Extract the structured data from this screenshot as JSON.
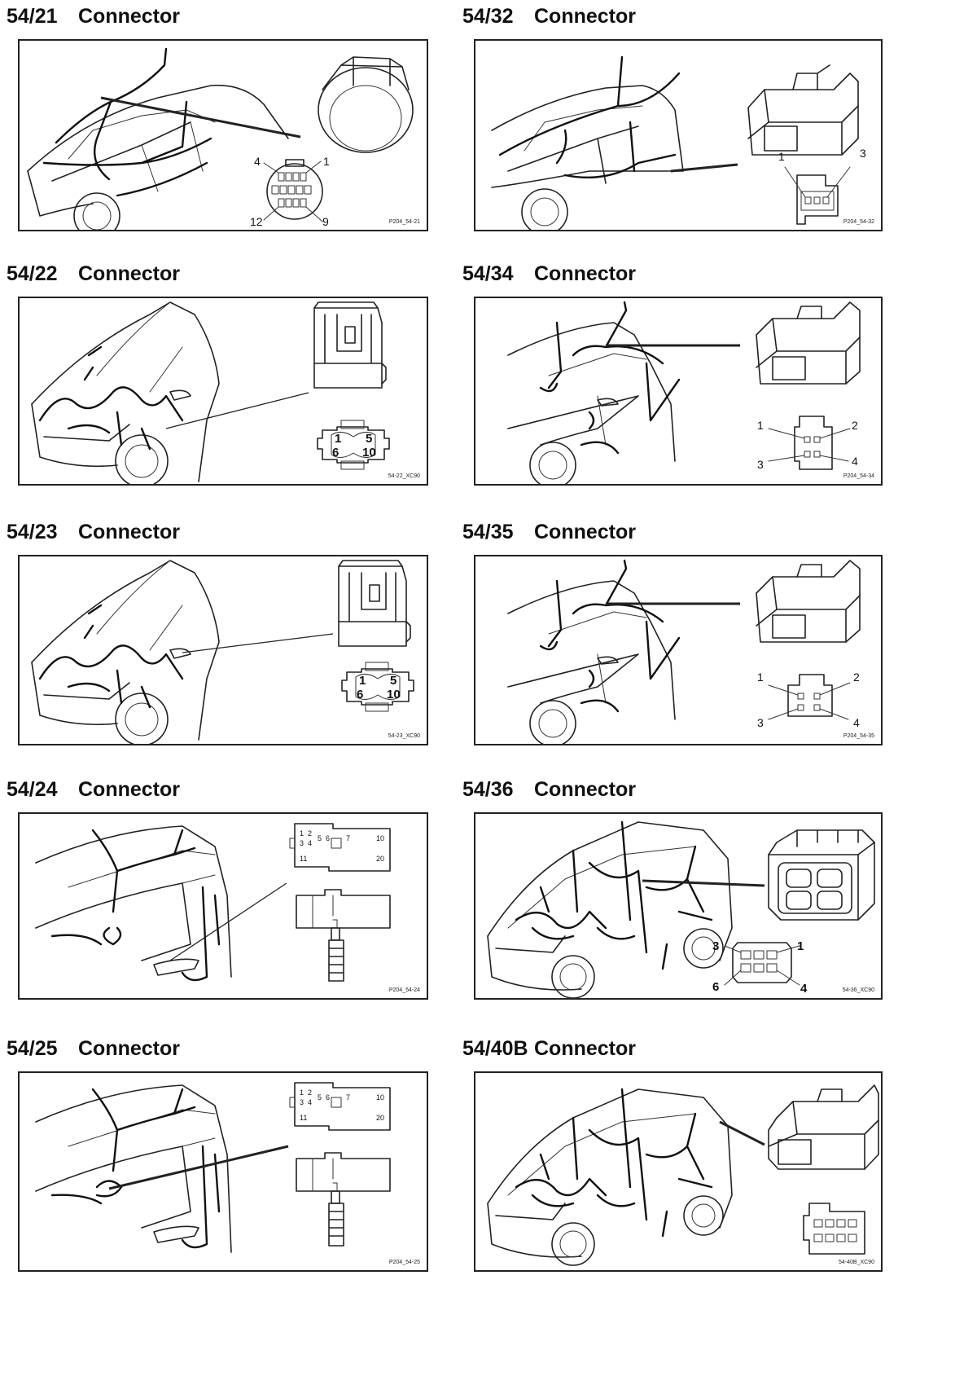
{
  "panels": [
    {
      "id": "54/21",
      "title": "Connector",
      "ref": "P204_54-21",
      "pins": [
        "4",
        "1",
        "12",
        "9"
      ]
    },
    {
      "id": "54/32",
      "title": "Connector",
      "ref": "P204_54-32",
      "pins": [
        "1",
        "3"
      ]
    },
    {
      "id": "54/22",
      "title": "Connector",
      "ref": "54-22_XC90",
      "pins": [
        "1",
        "5",
        "6",
        "10"
      ]
    },
    {
      "id": "54/34",
      "title": "Connector",
      "ref": "P204_54-34",
      "pins": [
        "1",
        "2",
        "3",
        "4"
      ]
    },
    {
      "id": "54/23",
      "title": "Connector",
      "ref": "54-23_XC90",
      "pins": [
        "1",
        "5",
        "6",
        "10"
      ]
    },
    {
      "id": "54/35",
      "title": "Connector",
      "ref": "P204_54-35",
      "pins": [
        "1",
        "2",
        "3",
        "4"
      ]
    },
    {
      "id": "54/24",
      "title": "Connector",
      "ref": "P204_54-24",
      "pins": [
        "1",
        "2",
        "3",
        "4",
        "5",
        "6",
        "7",
        "10",
        "11",
        "20"
      ]
    },
    {
      "id": "54/36",
      "title": "Connector",
      "ref": "54-36_XC90",
      "pins": [
        "3",
        "1",
        "6",
        "4"
      ]
    },
    {
      "id": "54/25",
      "title": "Connector",
      "ref": "P204_54-25",
      "pins": [
        "1",
        "2",
        "3",
        "4",
        "5",
        "6",
        "7",
        "10",
        "11",
        "20"
      ]
    },
    {
      "id": "54/40B",
      "title": "Connector",
      "ref": "54-40B_XC90",
      "pins": []
    }
  ]
}
